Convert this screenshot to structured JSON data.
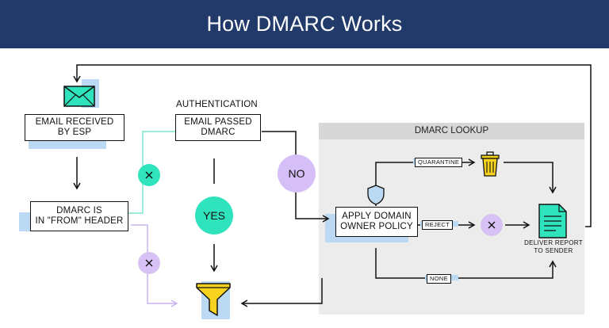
{
  "header": {
    "title": "How DMARC Works"
  },
  "labels": {
    "authentication": "AUTHENTICATION",
    "dmarc_lookup": "DMARC LOOKUP"
  },
  "boxes": {
    "email_received": "EMAIL RECEIVED\nBY ESP",
    "dmarc_from": "DMARC IS\nIN \"FROM\" HEADER",
    "email_passed": "EMAIL PASSED\nDMARC",
    "apply_policy": "APPLY DOMAIN\nOWNER POLICY"
  },
  "circles": {
    "yes": "YES",
    "no": "NO"
  },
  "tags": {
    "quarantine": "QUARANTINE",
    "reject": "REJECT",
    "none": "NONE"
  },
  "deliver_report": "DELIVER REPORT\nTO SENDER",
  "colors": {
    "header_bg": "#213a69",
    "highlight": "#bcd9f3",
    "yes_green": "#2fe3bd",
    "no_purple": "#d6bff6",
    "x_purple": "#d8c2f5",
    "funnel_yellow": "#f7d21f",
    "trash_yellow": "#f7d21f",
    "doc_green": "#2fe3bd",
    "envelope_green": "#2fe3bd",
    "shield_blue": "#bcd9f3",
    "panel_gray": "#ececec"
  },
  "icons": [
    "envelope-icon",
    "funnel-icon",
    "trash-icon",
    "shield-icon",
    "document-icon",
    "close-icon"
  ]
}
